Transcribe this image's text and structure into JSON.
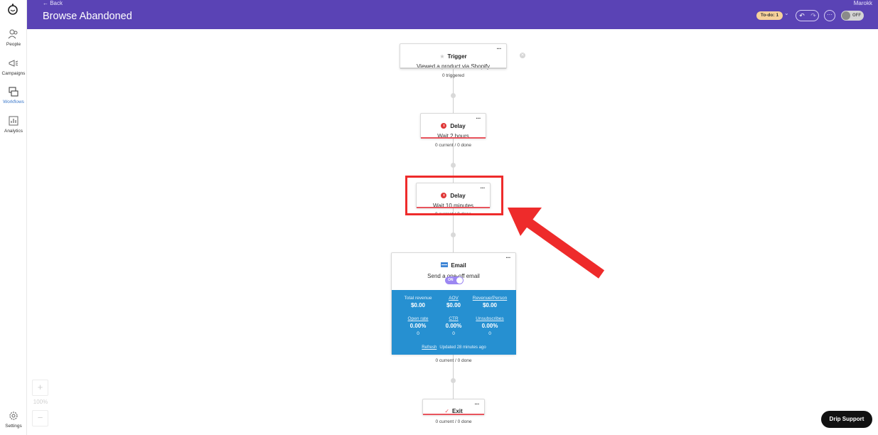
{
  "header": {
    "back_label": "← Back",
    "title": "Browse Abandoned",
    "account_name": "Marokk",
    "todo_label": "To-do: 1",
    "more_label": "···",
    "toggle_label": "OFF",
    "undo_icon": "undo-icon",
    "redo_icon": "redo-icon"
  },
  "sidebar": {
    "items": [
      {
        "label": "People",
        "icon": "people-icon"
      },
      {
        "label": "Campaigns",
        "icon": "megaphone-icon"
      },
      {
        "label": "Workflows",
        "icon": "workflow-icon",
        "active": true
      },
      {
        "label": "Analytics",
        "icon": "analytics-icon"
      }
    ],
    "settings_label": "Settings"
  },
  "workflow": {
    "trigger": {
      "title": "Trigger",
      "subtitle": "Viewed a product via Shopify",
      "stats": "0 triggered",
      "menu": "···"
    },
    "delay1": {
      "title": "Delay",
      "subtitle": "Wait 2 hours",
      "stats": "0 current / 0 done",
      "menu": "···"
    },
    "delay2": {
      "title": "Delay",
      "subtitle": "Wait 10 minutes",
      "stats": "0 current / 0 done",
      "menu": "···"
    },
    "email": {
      "title": "Email",
      "subtitle": "Send a one-off email",
      "toggle_label": "ON",
      "menu": "···",
      "metrics": [
        {
          "label": "Total revenue",
          "value": "$0.00",
          "count": ""
        },
        {
          "label": "AOV",
          "value": "$0.00",
          "count": ""
        },
        {
          "label": "Revenue/Person",
          "value": "$0.00",
          "count": ""
        },
        {
          "label": "Open rate",
          "value": "0.00%",
          "count": "0"
        },
        {
          "label": "CTR",
          "value": "0.00%",
          "count": "0"
        },
        {
          "label": "Unsubscribes",
          "value": "0.00%",
          "count": "0"
        }
      ],
      "refresh_label": "Refresh",
      "updated_text": "Updated 28 minutes ago",
      "stats": "0 current / 0 done"
    },
    "exit": {
      "title": "Exit",
      "stats": "0 current / 0 done",
      "menu": "···"
    }
  },
  "zoom": {
    "plus": "+",
    "level": "100%",
    "minus": "−"
  },
  "support_label": "Drip Support",
  "colors": {
    "header": "#5a43b5",
    "delay_accent": "#e8545d",
    "metrics_bg": "#2690d1",
    "annotation": "#ee2b2b"
  }
}
